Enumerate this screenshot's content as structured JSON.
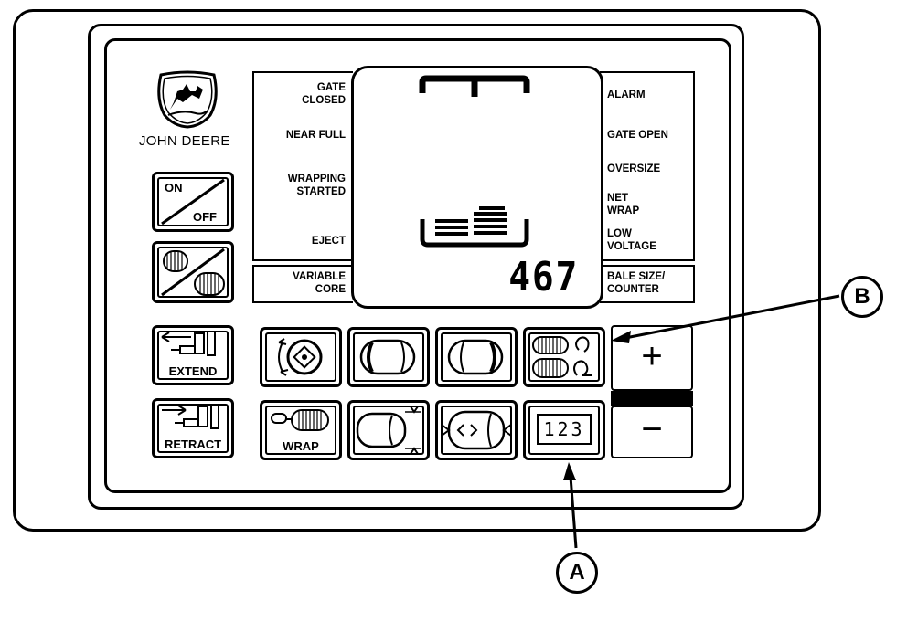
{
  "brand": {
    "name": "JOHN DEERE"
  },
  "left_labels": {
    "gate_closed": "GATE\nCLOSED",
    "near_full": "NEAR FULL",
    "wrapping_started": "WRAPPING\nSTARTED",
    "eject": "EJECT",
    "variable_core": "VARIABLE\nCORE"
  },
  "right_labels": {
    "alarm": "ALARM",
    "gate_open": "GATE OPEN",
    "oversize": "OVERSIZE",
    "net_wrap": "NET\nWRAP",
    "low_voltage": "LOW\nVOLTAGE",
    "bale_size_counter": "BALE SIZE/\nCOUNTER"
  },
  "display": {
    "counter_value": "467"
  },
  "buttons": {
    "on": "ON",
    "off": "OFF",
    "extend": "EXTEND",
    "retract": "RETRACT",
    "wrap": "WRAP",
    "plus": "+",
    "minus": "−",
    "counter_icon_text": "123"
  },
  "callouts": {
    "a": "A",
    "b": "B"
  }
}
